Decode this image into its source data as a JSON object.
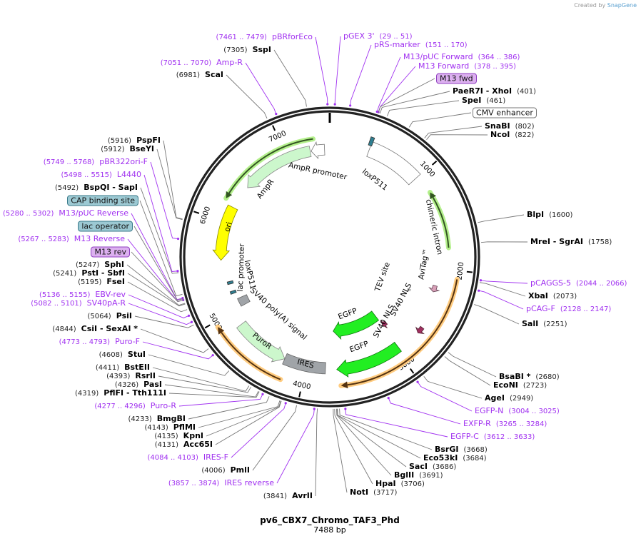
{
  "credit": {
    "prefix": "Created by",
    "brand": "SnapGene"
  },
  "plasmid": {
    "name": "pv6_CBX7_Chromo_TAF3_Phd",
    "length_label": "7488 bp",
    "length": 7488
  },
  "ticks": [
    "1000",
    "2000",
    "3000",
    "4000",
    "5000",
    "6000",
    "7000"
  ],
  "labels": [
    {
      "kind": "primer",
      "name": "pBRforEco",
      "pos": "(7461 .. 7479)",
      "bp": 7470
    },
    {
      "kind": "enzyme",
      "name": "SspI",
      "pos": "(7305)",
      "bp": 7305
    },
    {
      "kind": "primer",
      "name": "Amp-R",
      "pos": "(7051 .. 7070)",
      "bp": 7060
    },
    {
      "kind": "enzyme",
      "name": "ScaI",
      "pos": "(6981)",
      "bp": 6981
    },
    {
      "kind": "primer",
      "name": "pGEX 3'",
      "pos": "(29 .. 51)",
      "bp": 40
    },
    {
      "kind": "primer",
      "name": "pRS-marker",
      "pos": "(151 .. 170)",
      "bp": 160
    },
    {
      "kind": "primer",
      "name": "M13/pUC Forward",
      "pos": "(364 .. 386)",
      "bp": 375
    },
    {
      "kind": "primer",
      "name": "M13 Forward",
      "pos": "(378 .. 395)",
      "bp": 386
    },
    {
      "kind": "enzyme",
      "name": "PaeR7I   - XhoI",
      "pos": "(401)",
      "bp": 401
    },
    {
      "kind": "enzyme",
      "name": "SpeI",
      "pos": "(461)",
      "bp": 461
    },
    {
      "kind": "enzyme",
      "name": "SnaBI",
      "pos": "(802)",
      "bp": 802
    },
    {
      "kind": "enzyme",
      "name": "NcoI",
      "pos": "(822)",
      "bp": 822
    },
    {
      "kind": "enzyme",
      "name": "BlpI",
      "pos": "(1600)",
      "bp": 1600
    },
    {
      "kind": "enzyme",
      "name": "MreI   - SgrAI",
      "pos": "(1758)",
      "bp": 1758
    },
    {
      "kind": "primer",
      "name": "pCAGGS-5",
      "pos": "(2044 .. 2066)",
      "bp": 2055
    },
    {
      "kind": "enzyme",
      "name": "XbaI",
      "pos": "(2073)",
      "bp": 2073
    },
    {
      "kind": "primer",
      "name": "pCAG-F",
      "pos": "(2128 .. 2147)",
      "bp": 2137
    },
    {
      "kind": "enzyme",
      "name": "SalI",
      "pos": "(2251)",
      "bp": 2251
    },
    {
      "kind": "enzyme",
      "name": "BsaBI  *",
      "pos": "(2680)",
      "bp": 2680
    },
    {
      "kind": "enzyme",
      "name": "EcoNI",
      "pos": "(2723)",
      "bp": 2723
    },
    {
      "kind": "enzyme",
      "name": "AgeI",
      "pos": "(2949)",
      "bp": 2949
    },
    {
      "kind": "primer",
      "name": "EGFP-N",
      "pos": "(3004 .. 3025)",
      "bp": 3014
    },
    {
      "kind": "primer",
      "name": "EXFP-R",
      "pos": "(3265 .. 3284)",
      "bp": 3274
    },
    {
      "kind": "primer",
      "name": "EGFP-C",
      "pos": "(3612 .. 3633)",
      "bp": 3622
    },
    {
      "kind": "enzyme",
      "name": "BsrGI",
      "pos": "(3668)",
      "bp": 3668
    },
    {
      "kind": "enzyme",
      "name": "Eco53kI",
      "pos": "(3684)",
      "bp": 3684
    },
    {
      "kind": "enzyme",
      "name": "SacI",
      "pos": "(3686)",
      "bp": 3686
    },
    {
      "kind": "enzyme",
      "name": "BglII",
      "pos": "(3691)",
      "bp": 3691
    },
    {
      "kind": "enzyme",
      "name": "HpaI",
      "pos": "(3706)",
      "bp": 3706
    },
    {
      "kind": "enzyme",
      "name": "NotI",
      "pos": "(3717)",
      "bp": 3717
    },
    {
      "kind": "enzyme",
      "name": "AvrII",
      "pos": "(3841)",
      "bp": 3841
    },
    {
      "kind": "primer",
      "name": "IRES reverse",
      "pos": "(3857 .. 3874)",
      "bp": 3865
    },
    {
      "kind": "enzyme",
      "name": "PmlI",
      "pos": "(4006)",
      "bp": 4006
    },
    {
      "kind": "primer",
      "name": "IRES-F",
      "pos": "(4084 .. 4103)",
      "bp": 4093
    },
    {
      "kind": "enzyme",
      "name": "Acc65I",
      "pos": "(4131)",
      "bp": 4131
    },
    {
      "kind": "enzyme",
      "name": "KpnI",
      "pos": "(4135)",
      "bp": 4135
    },
    {
      "kind": "enzyme",
      "name": "PflMI",
      "pos": "(4143)",
      "bp": 4143
    },
    {
      "kind": "enzyme",
      "name": "BmgBI",
      "pos": "(4233)",
      "bp": 4233
    },
    {
      "kind": "primer",
      "name": "Puro-R",
      "pos": "(4277 .. 4296)",
      "bp": 4286
    },
    {
      "kind": "enzyme",
      "name": "PflFI   - Tth111I",
      "pos": "(4319)",
      "bp": 4319
    },
    {
      "kind": "enzyme",
      "name": "PasI",
      "pos": "(4326)",
      "bp": 4326
    },
    {
      "kind": "enzyme",
      "name": "RsrII",
      "pos": "(4393)",
      "bp": 4393
    },
    {
      "kind": "enzyme",
      "name": "BstEII",
      "pos": "(4411)",
      "bp": 4411
    },
    {
      "kind": "enzyme",
      "name": "StuI",
      "pos": "(4608)",
      "bp": 4608
    },
    {
      "kind": "primer",
      "name": "Puro-F",
      "pos": "(4773 .. 4793)",
      "bp": 4783
    },
    {
      "kind": "enzyme",
      "name": "CsiI   - SexAI  *",
      "pos": "(4844)",
      "bp": 4844
    },
    {
      "kind": "enzyme",
      "name": "PsiI",
      "pos": "(5064)",
      "bp": 5064
    },
    {
      "kind": "primer",
      "name": "SV40pA-R",
      "pos": "(5082 .. 5101)",
      "bp": 5091
    },
    {
      "kind": "primer",
      "name": "EBV-rev",
      "pos": "(5136 .. 5155)",
      "bp": 5145
    },
    {
      "kind": "enzyme",
      "name": "FseI",
      "pos": "(5195)",
      "bp": 5195
    },
    {
      "kind": "enzyme",
      "name": "PstI   - SbfI",
      "pos": "(5241)",
      "bp": 5241
    },
    {
      "kind": "enzyme",
      "name": "SphI",
      "pos": "(5247)",
      "bp": 5247
    },
    {
      "kind": "primer",
      "name": "M13 Reverse",
      "pos": "(5267 .. 5283)",
      "bp": 5275
    },
    {
      "kind": "primer",
      "name": "M13/pUC Reverse",
      "pos": "(5280 .. 5302)",
      "bp": 5291
    },
    {
      "kind": "enzyme",
      "name": "BspQI   - SapI",
      "pos": "(5492)",
      "bp": 5492
    },
    {
      "kind": "primer",
      "name": "L4440",
      "pos": "(5498 .. 5515)",
      "bp": 5506
    },
    {
      "kind": "primer",
      "name": "pBR322ori-F",
      "pos": "(5749 .. 5768)",
      "bp": 5758
    },
    {
      "kind": "enzyme",
      "name": "BseYI",
      "pos": "(5912)",
      "bp": 5912
    },
    {
      "kind": "enzyme",
      "name": "PspFI",
      "pos": "(5916)",
      "bp": 5916
    }
  ],
  "boxes": [
    {
      "name": "M13 fwd",
      "bg": "#dcb0f0",
      "border": "#9040c0",
      "bp": 387
    },
    {
      "name": "CMV enhancer",
      "bg": "#ffffff",
      "border": "#777777",
      "bp": 655
    },
    {
      "name": "M13 rev",
      "bg": "#dcb0f0",
      "border": "#9040c0",
      "bp": 5275
    },
    {
      "name": "lac operator",
      "bg": "#9cc9d3",
      "border": "#3a7a8a",
      "bp": 5285
    },
    {
      "name": "CAP binding site",
      "bg": "#9cc9d3",
      "border": "#3a7a8a",
      "bp": 5320
    }
  ],
  "features": [
    {
      "name": "CMV enhancer",
      "start": 420,
      "end": 990,
      "dir": 0,
      "fill": "#ffffff",
      "stroke": "#777777",
      "label": ""
    },
    {
      "name": "loxP511",
      "start": 395,
      "end": 430,
      "dir": 0,
      "fill": "#2f7f91",
      "stroke": "#333333",
      "label": "loxP511"
    },
    {
      "name": "AmpR",
      "start": 7270,
      "end": 6450,
      "dir": -1,
      "fill": "#ccf7cc",
      "stroke": "#888888",
      "label": "AmpR"
    },
    {
      "name": "AmpR promoter",
      "start": 7430,
      "end": 7280,
      "dir": -1,
      "fill": "#ffffff",
      "stroke": "#777777",
      "label": "AmpR promoter"
    },
    {
      "name": "ori",
      "start": 6180,
      "end": 5580,
      "dir": -1,
      "fill": "#ffff00",
      "stroke": "#888800",
      "label": "ori"
    },
    {
      "name": "lac promoter",
      "start": 5330,
      "end": 5300,
      "dir": 0,
      "fill": "#2f7f91",
      "stroke": "#333333",
      "label": "lac promoter"
    },
    {
      "name": "loxP511",
      "start": 5215,
      "end": 5185,
      "dir": 0,
      "fill": "#2f7f91",
      "stroke": "#333333",
      "label": "loxP511"
    },
    {
      "name": "SV40 poly(A) signal",
      "start": 5110,
      "end": 5010,
      "dir": 0,
      "fill": "#a0a4a8",
      "stroke": "#666666",
      "label": "SV40 poly(A) signal"
    },
    {
      "name": "PuroR",
      "start": 4840,
      "end": 4240,
      "dir": -1,
      "fill": "#ccf7cc",
      "stroke": "#888888",
      "label": "PuroR"
    },
    {
      "name": "IRES",
      "start": 4240,
      "end": 3790,
      "dir": 0,
      "fill": "#a0a4a8",
      "stroke": "#666666",
      "label": "IRES"
    },
    {
      "name": "EGFP",
      "start": 2960,
      "end": 3690,
      "dir": 1,
      "fill": "#22ee22",
      "stroke": "#117711",
      "label": "EGFP"
    },
    {
      "name": "EGFP",
      "start": 2970,
      "end": 3670,
      "dir": 1,
      "fill": "#22ee22",
      "stroke": "#117711",
      "label": "EGFP"
    },
    {
      "name": "SV40 NLS",
      "start": 2900,
      "end": 2960,
      "dir": 1,
      "fill": "#a03060",
      "stroke": "#552233",
      "label": "SV40 NLS"
    },
    {
      "name": "SV40 NLS",
      "start": 2650,
      "end": 2720,
      "dir": 1,
      "fill": "#a03060",
      "stroke": "#552233",
      "label": "SV40 NLS"
    },
    {
      "name": "AviTag™",
      "start": 2190,
      "end": 2260,
      "dir": 1,
      "fill": "#d8a0b8",
      "stroke": "#664455",
      "label": "AviTag™"
    },
    {
      "name": "TEV site",
      "start": 2330,
      "end": 2350,
      "dir": 0,
      "fill": "#ffffff",
      "stroke": "#888888",
      "label": "TEV site"
    }
  ],
  "orfs": [
    {
      "start": 1780,
      "end": 1190,
      "dir": -1,
      "halo": "#b4f08c",
      "line": "#335522"
    },
    {
      "start": 2080,
      "end": 3640,
      "dir": 1,
      "halo": "#ffcc80",
      "line": "#553311"
    },
    {
      "start": 4200,
      "end": 4950,
      "dir": 1,
      "halo": "#ffcc80",
      "line": "#553311"
    },
    {
      "start": 7320,
      "end": 6230,
      "dir": -1,
      "halo": "#b4f08c",
      "line": "#335522"
    }
  ],
  "colors": {
    "enzyme": "#000000",
    "primer": "#a030f0",
    "backbone": "#222222"
  }
}
